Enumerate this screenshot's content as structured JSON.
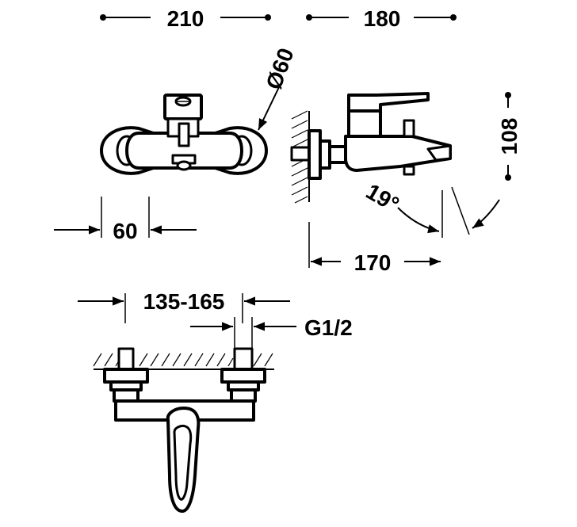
{
  "dimensions": {
    "width_overall": "210",
    "depth_overall": "180",
    "diameter_cover": "Ø60",
    "height_side": "108",
    "angle": "19°",
    "width_front_gap": "60",
    "spout_reach": "170",
    "center_distance": "135-165",
    "connection_thread": "G1/2"
  },
  "colors": {
    "ink": "#000000",
    "paper": "#ffffff"
  }
}
